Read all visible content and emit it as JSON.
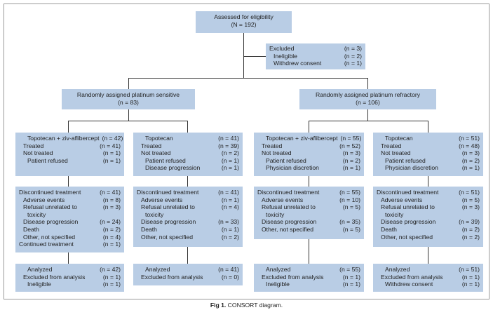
{
  "top": {
    "title": "Assessed for eligibility",
    "n": "(N = 192)"
  },
  "excluded": [
    {
      "label": "Excluded",
      "n": "(n = 3)"
    },
    {
      "label": "Ineligible",
      "n": "(n = 2)"
    },
    {
      "label": "Withdrew consent",
      "n": "(n = 1)"
    }
  ],
  "sensitive": {
    "title": "Randomly assigned platinum sensitive",
    "n": "(n = 83)"
  },
  "refractory": {
    "title": "Randomly assigned platinum refractory",
    "n": "(n = 106)"
  },
  "columns": [
    {
      "alloc": [
        {
          "label": "Topotecan + ziv-aflibercept",
          "n": "(n = 42)"
        },
        {
          "label": "Treated",
          "n": "(n = 41)"
        },
        {
          "label": "Not treated",
          "n": "(n = 1)"
        },
        {
          "label": "Patient refused",
          "n": "(n = 1)"
        }
      ],
      "disc": [
        {
          "label": "Discontinued treatment",
          "n": "(n = 41)"
        },
        {
          "label": "Adverse events",
          "n": "(n = 8)"
        },
        {
          "label": "Refusal unrelated to",
          "n": "(n = 3)"
        },
        {
          "label": "toxicity",
          "n": ""
        },
        {
          "label": "Disease progression",
          "n": "(n = 24)"
        },
        {
          "label": "Death",
          "n": "(n = 2)"
        },
        {
          "label": "Other, not specified",
          "n": "(n = 4)"
        },
        {
          "label": "Continued treatment",
          "n": "(n = 1)"
        }
      ],
      "analyzed": [
        {
          "label": "Analyzed",
          "n": "(n = 42)"
        },
        {
          "label": "Excluded from analysis",
          "n": "(n = 1)"
        },
        {
          "label": "Ineligible",
          "n": "(n = 1)"
        }
      ]
    },
    {
      "alloc": [
        {
          "label": "Topotecan",
          "n": "(n = 41)"
        },
        {
          "label": "Treated",
          "n": "(n = 39)"
        },
        {
          "label": "Not treated",
          "n": "(n = 2)"
        },
        {
          "label": "Patient refused",
          "n": "(n = 1)"
        },
        {
          "label": "Disease progression",
          "n": "(n = 1)"
        }
      ],
      "disc": [
        {
          "label": "Discontinued treatment",
          "n": "(n = 41)"
        },
        {
          "label": "Adverse events",
          "n": "(n = 1)"
        },
        {
          "label": "Refusal unrelated to",
          "n": "(n = 4)"
        },
        {
          "label": "toxicity",
          "n": ""
        },
        {
          "label": "Disease progression",
          "n": "(n = 33)"
        },
        {
          "label": "Death",
          "n": "(n = 1)"
        },
        {
          "label": "Other, not specified",
          "n": "(n = 2)"
        }
      ],
      "analyzed": [
        {
          "label": "Analyzed",
          "n": "(n = 41)"
        },
        {
          "label": "Excluded from analysis",
          "n": "(n = 0)"
        }
      ]
    },
    {
      "alloc": [
        {
          "label": "Topotecan + ziv-aflibercept",
          "n": "(n = 55)"
        },
        {
          "label": "Treated",
          "n": "(n = 52)"
        },
        {
          "label": "Not treated",
          "n": "(n = 3)"
        },
        {
          "label": "Patient refused",
          "n": "(n = 2)"
        },
        {
          "label": "Physician discretion",
          "n": "(n = 1)"
        }
      ],
      "disc": [
        {
          "label": "Discontinued treatment",
          "n": "(n = 55)"
        },
        {
          "label": "Adverse events",
          "n": "(n = 10)"
        },
        {
          "label": "Refusal unrelated to",
          "n": "(n = 5)"
        },
        {
          "label": "toxicity",
          "n": ""
        },
        {
          "label": "Disease progression",
          "n": "(n = 35)"
        },
        {
          "label": "Other, not specified",
          "n": "(n = 5)"
        }
      ],
      "analyzed": [
        {
          "label": "Analyzed",
          "n": "(n = 55)"
        },
        {
          "label": "Excluded from analysis",
          "n": "(n = 1)"
        },
        {
          "label": "Ineligible",
          "n": "(n = 1)"
        }
      ]
    },
    {
      "alloc": [
        {
          "label": "Topotecan",
          "n": "(n = 51)"
        },
        {
          "label": "Treated",
          "n": "(n = 48)"
        },
        {
          "label": "Not treated",
          "n": "(n = 3)"
        },
        {
          "label": "Patient refused",
          "n": "(n = 2)"
        },
        {
          "label": "Physician discretion",
          "n": "(n = 1)"
        }
      ],
      "disc": [
        {
          "label": "Discontinued treatment",
          "n": "(n = 51)"
        },
        {
          "label": "Adverse events",
          "n": "(n = 5)"
        },
        {
          "label": "Refusal unrelated to",
          "n": "(n = 3)"
        },
        {
          "label": "toxicity",
          "n": ""
        },
        {
          "label": "Disease progression",
          "n": "(n = 39)"
        },
        {
          "label": "Death",
          "n": "(n = 2)"
        },
        {
          "label": "Other, not specified",
          "n": "(n = 2)"
        }
      ],
      "analyzed": [
        {
          "label": "Analyzed",
          "n": "(n = 51)"
        },
        {
          "label": "Excluded from analysis",
          "n": "(n = 1)"
        },
        {
          "label": "Withdrew consent",
          "n": "(n = 1)"
        }
      ]
    }
  ],
  "caption": {
    "fig": "Fig 1.",
    "text": "CONSORT diagram."
  },
  "colors": {
    "box_fill": "#b9cde5",
    "line": "#333333",
    "frame": "#9a9a9a"
  }
}
